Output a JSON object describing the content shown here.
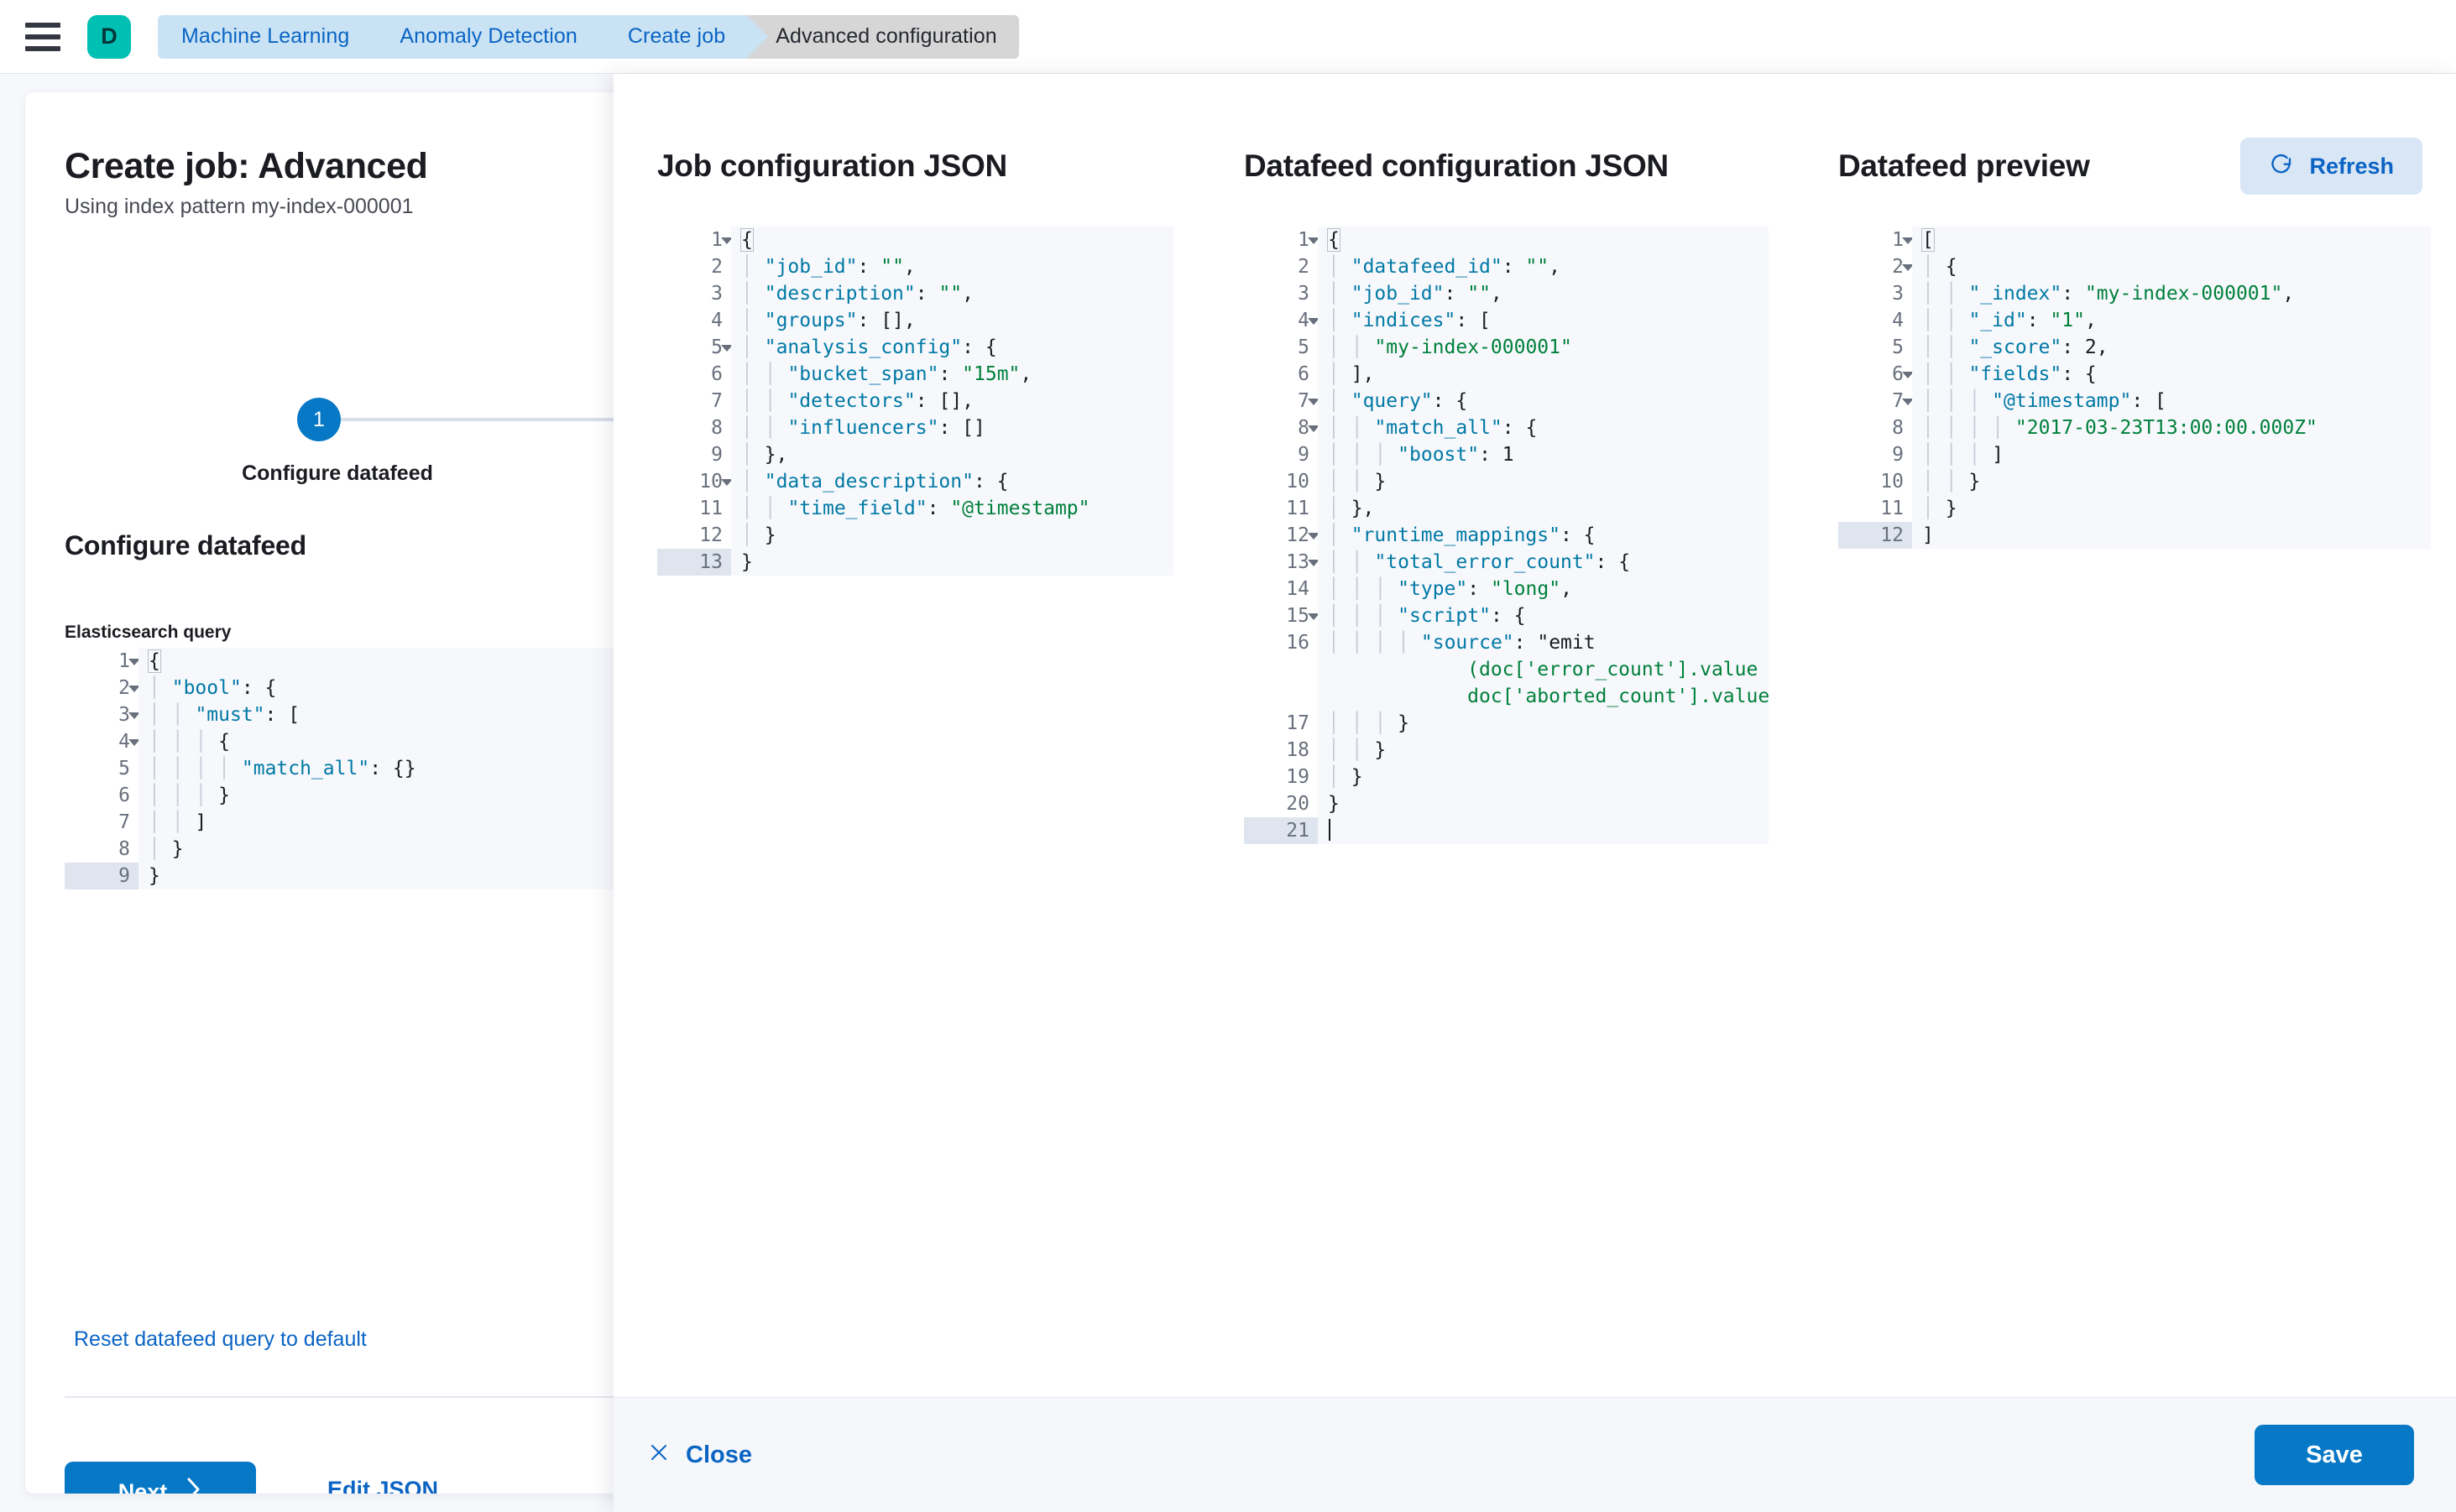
{
  "chrome": {
    "menu_icon": "hamburger-icon",
    "avatar_letter": "D",
    "breadcrumbs": [
      {
        "label": "Machine Learning",
        "state": "link"
      },
      {
        "label": "Anomaly Detection",
        "state": "link"
      },
      {
        "label": "Create job",
        "state": "link"
      },
      {
        "label": "Advanced configuration",
        "state": "current"
      }
    ]
  },
  "wizard": {
    "title": "Create job: Advanced",
    "subtitle": "Using index pattern my-index-000001",
    "step_number": "1",
    "step_label": "Configure datafeed",
    "section_title": "Configure datafeed",
    "query_label": "Elasticsearch query",
    "reset_link": "Reset datafeed query to default",
    "next_label": "Next",
    "next_icon": "chevron-right-icon",
    "edit_json_label": "Edit JSON",
    "query_editor": {
      "active_line": 9,
      "lines": [
        {
          "n": 1,
          "fold": true,
          "text": "{"
        },
        {
          "n": 2,
          "fold": true,
          "text": "  \"bool\": {"
        },
        {
          "n": 3,
          "fold": true,
          "text": "    \"must\": ["
        },
        {
          "n": 4,
          "fold": true,
          "text": "      {"
        },
        {
          "n": 5,
          "fold": false,
          "text": "        \"match_all\": {}"
        },
        {
          "n": 6,
          "fold": false,
          "text": "      }"
        },
        {
          "n": 7,
          "fold": false,
          "text": "    ]"
        },
        {
          "n": 8,
          "fold": false,
          "text": "  }"
        },
        {
          "n": 9,
          "fold": false,
          "text": "}"
        }
      ]
    }
  },
  "flyout": {
    "panels": {
      "job": {
        "title": "Job configuration JSON",
        "active_line": 13,
        "lines": [
          {
            "n": 1,
            "fold": true,
            "text": "{"
          },
          {
            "n": 2,
            "fold": false,
            "text": "  \"job_id\": \"\","
          },
          {
            "n": 3,
            "fold": false,
            "text": "  \"description\": \"\","
          },
          {
            "n": 4,
            "fold": false,
            "text": "  \"groups\": [],"
          },
          {
            "n": 5,
            "fold": true,
            "text": "  \"analysis_config\": {"
          },
          {
            "n": 6,
            "fold": false,
            "text": "    \"bucket_span\": \"15m\","
          },
          {
            "n": 7,
            "fold": false,
            "text": "    \"detectors\": [],"
          },
          {
            "n": 8,
            "fold": false,
            "text": "    \"influencers\": []"
          },
          {
            "n": 9,
            "fold": false,
            "text": "  },"
          },
          {
            "n": 10,
            "fold": true,
            "text": "  \"data_description\": {"
          },
          {
            "n": 11,
            "fold": false,
            "text": "    \"time_field\": \"@timestamp\""
          },
          {
            "n": 12,
            "fold": false,
            "text": "  }"
          },
          {
            "n": 13,
            "fold": false,
            "text": "}"
          }
        ]
      },
      "datafeed": {
        "title": "Datafeed configuration JSON",
        "active_line": 21,
        "lines": [
          {
            "n": 1,
            "fold": true,
            "text": "{"
          },
          {
            "n": 2,
            "fold": false,
            "text": "  \"datafeed_id\": \"\","
          },
          {
            "n": 3,
            "fold": false,
            "text": "  \"job_id\": \"\","
          },
          {
            "n": 4,
            "fold": true,
            "text": "  \"indices\": ["
          },
          {
            "n": 5,
            "fold": false,
            "text": "    \"my-index-000001\""
          },
          {
            "n": 6,
            "fold": false,
            "text": "  ],"
          },
          {
            "n": 7,
            "fold": true,
            "text": "  \"query\": {"
          },
          {
            "n": 8,
            "fold": true,
            "text": "    \"match_all\": {"
          },
          {
            "n": 9,
            "fold": false,
            "text": "      \"boost\": 1"
          },
          {
            "n": 10,
            "fold": false,
            "text": "    }"
          },
          {
            "n": 11,
            "fold": false,
            "text": "  },"
          },
          {
            "n": 12,
            "fold": true,
            "text": "  \"runtime_mappings\": {"
          },
          {
            "n": 13,
            "fold": true,
            "text": "    \"total_error_count\": {"
          },
          {
            "n": 14,
            "fold": false,
            "text": "      \"type\": \"long\","
          },
          {
            "n": 15,
            "fold": true,
            "text": "      \"script\": {"
          },
          {
            "n": 16,
            "fold": false,
            "text": "        \"source\": \"emit(doc['error_count'].value + doc['aborted_count'].value)\"",
            "wrap": true
          },
          {
            "n": 17,
            "fold": false,
            "text": "      }"
          },
          {
            "n": 18,
            "fold": false,
            "text": "    }"
          },
          {
            "n": 19,
            "fold": false,
            "text": "  }"
          },
          {
            "n": 20,
            "fold": false,
            "text": "}"
          },
          {
            "n": 21,
            "fold": false,
            "text": ""
          }
        ]
      },
      "preview": {
        "title": "Datafeed preview",
        "refresh_label": "Refresh",
        "refresh_icon": "refresh-icon",
        "active_line": 12,
        "lines": [
          {
            "n": 1,
            "fold": true,
            "text": "["
          },
          {
            "n": 2,
            "fold": true,
            "text": "  {"
          },
          {
            "n": 3,
            "fold": false,
            "text": "    \"_index\": \"my-index-000001\","
          },
          {
            "n": 4,
            "fold": false,
            "text": "    \"_id\": \"1\","
          },
          {
            "n": 5,
            "fold": false,
            "text": "    \"_score\": 2,"
          },
          {
            "n": 6,
            "fold": true,
            "text": "    \"fields\": {"
          },
          {
            "n": 7,
            "fold": true,
            "text": "      \"@timestamp\": ["
          },
          {
            "n": 8,
            "fold": false,
            "text": "        \"2017-03-23T13:00:00.000Z\""
          },
          {
            "n": 9,
            "fold": false,
            "text": "      ]"
          },
          {
            "n": 10,
            "fold": false,
            "text": "    }"
          },
          {
            "n": 11,
            "fold": false,
            "text": "  }"
          },
          {
            "n": 12,
            "fold": false,
            "text": "]"
          }
        ]
      }
    },
    "footer": {
      "close_label": "Close",
      "close_icon": "close-icon",
      "save_label": "Save"
    }
  },
  "colors": {
    "primary_blue": "#0678c6",
    "link_blue": "#0b64c4",
    "avatar_teal": "#00BFB3",
    "json_key": "#0079a5",
    "json_string": "#00803b",
    "editor_bg": "#f7f8fc",
    "active_line": "#dfe5ee"
  }
}
